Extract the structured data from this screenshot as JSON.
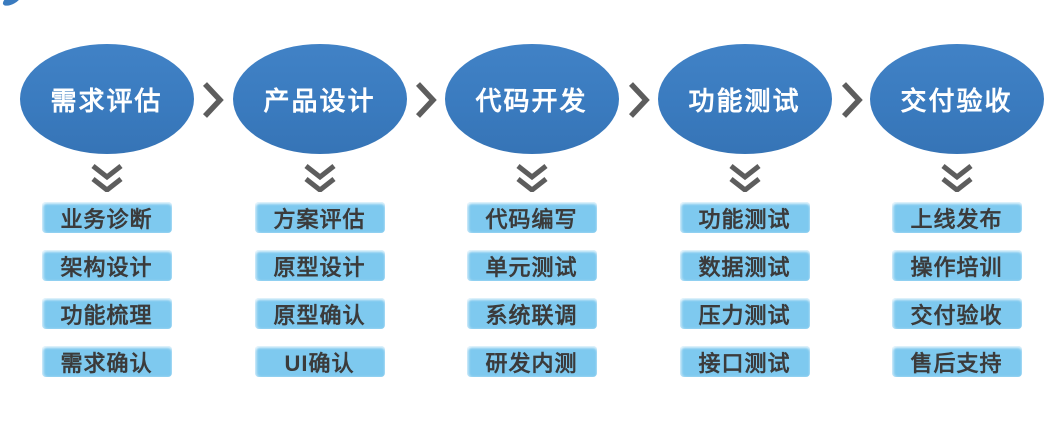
{
  "diagram": {
    "title_implied": "",
    "columns": [
      {
        "stage": "需求评估",
        "tasks": [
          "业务诊断",
          "架构设计",
          "功能梳理",
          "需求确认"
        ]
      },
      {
        "stage": "产品设计",
        "tasks": [
          "方案评估",
          "原型设计",
          "原型确认",
          "UI确认"
        ]
      },
      {
        "stage": "代码开发",
        "tasks": [
          "代码编写",
          "单元测试",
          "系统联调",
          "研发内测"
        ]
      },
      {
        "stage": "功能测试",
        "tasks": [
          "功能测试",
          "数据测试",
          "压力测试",
          "接口测试"
        ]
      },
      {
        "stage": "交付验收",
        "tasks": [
          "上线发布",
          "操作培训",
          "交付验收",
          "售后支持"
        ]
      }
    ],
    "icons": {
      "between_stages": "chevron-right-icon",
      "below_stage": "double-chevron-down-icon"
    },
    "colors": {
      "stage_fill": "#3A7BBF",
      "stage_text": "#FFFFFF",
      "task_fill": "#7EC9EF",
      "task_text": "#3B3B3B",
      "arrow_gray": "#5D5D5D",
      "background": "#FFFFFF"
    }
  }
}
